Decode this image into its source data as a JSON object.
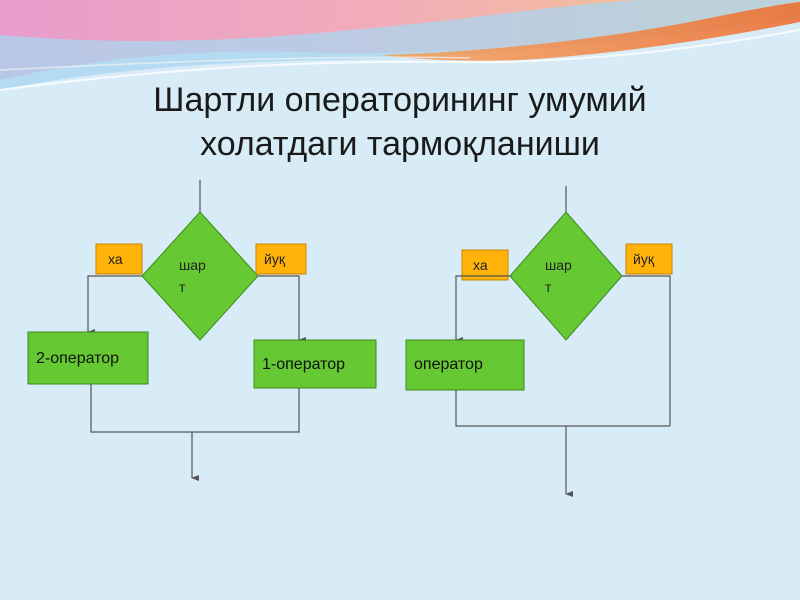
{
  "slide": {
    "title_line1": "Шартли операторининг умумий",
    "title_line2": "холатдаги тармоқланиши"
  },
  "diagram_full": {
    "condition_line1": "шар",
    "condition_line2": "т",
    "yes_label": "ха",
    "no_label": "йуқ",
    "operator_yes": "2-оператор",
    "operator_no": "1-оператор"
  },
  "diagram_short": {
    "condition_line1": "шар",
    "condition_line2": "т",
    "yes_label": "ха",
    "no_label": "йуқ",
    "operator_yes": "оператор"
  },
  "colors": {
    "diamond": "#66c833",
    "operator_box": "#66c833",
    "label_box": "#ffb30a",
    "line": "#555555"
  }
}
